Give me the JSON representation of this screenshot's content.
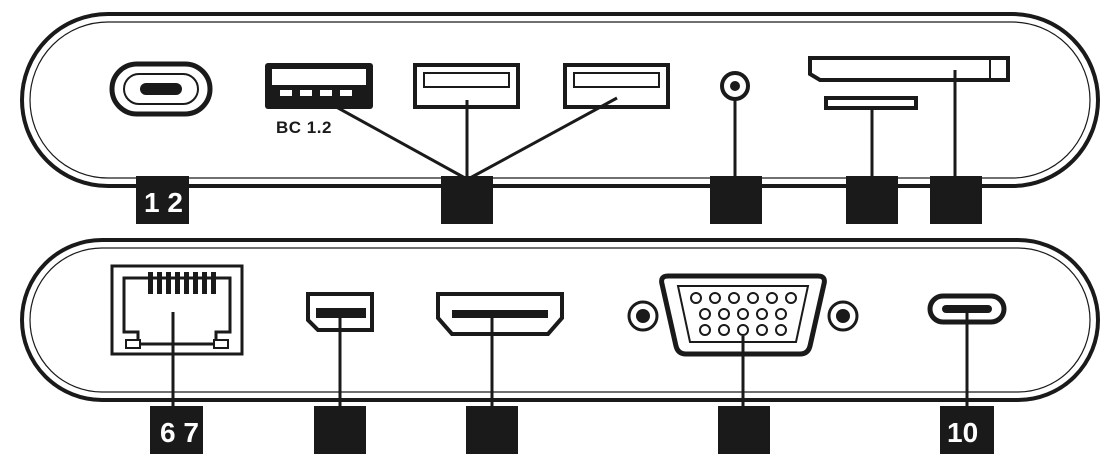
{
  "top_panel": {
    "usb_a_bc_label": "BC 1.2",
    "callouts": [
      {
        "id": "callout-1",
        "text": "1 2"
      },
      {
        "id": "callout-3",
        "text": ""
      },
      {
        "id": "callout-4",
        "text": ""
      },
      {
        "id": "callout-5a",
        "text": ""
      },
      {
        "id": "callout-5b",
        "text": ""
      }
    ]
  },
  "bottom_panel": {
    "callouts": [
      {
        "id": "callout-6",
        "text": "6 7"
      },
      {
        "id": "callout-8a",
        "text": ""
      },
      {
        "id": "callout-8b",
        "text": ""
      },
      {
        "id": "callout-9",
        "text": ""
      },
      {
        "id": "callout-10",
        "text": "10"
      }
    ]
  },
  "colors": {
    "stroke": "#1a1a1a",
    "fill": "#ffffff",
    "badge": "#1a1a1a"
  }
}
